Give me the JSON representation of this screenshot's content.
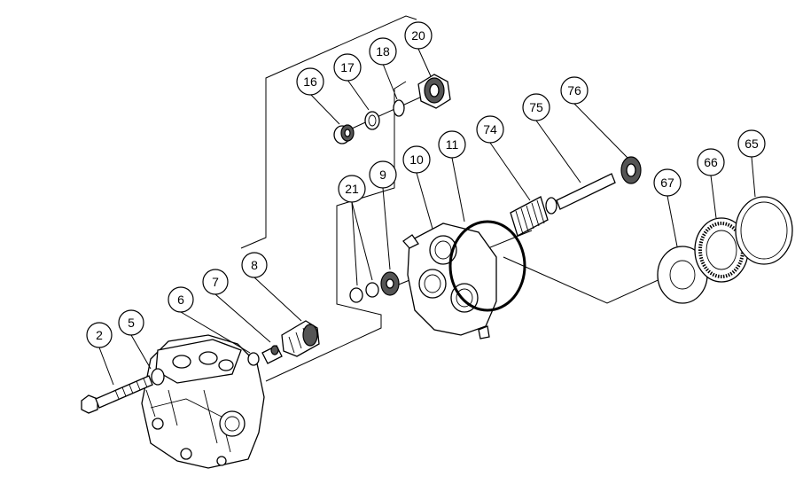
{
  "callouts": [
    {
      "id": "p2",
      "label": "2"
    },
    {
      "id": "p5",
      "label": "5"
    },
    {
      "id": "p6",
      "label": "6"
    },
    {
      "id": "p7",
      "label": "7"
    },
    {
      "id": "p8",
      "label": "8"
    },
    {
      "id": "p16",
      "label": "16"
    },
    {
      "id": "p17",
      "label": "17"
    },
    {
      "id": "p18",
      "label": "18"
    },
    {
      "id": "p20",
      "label": "20"
    },
    {
      "id": "p21",
      "label": "21"
    },
    {
      "id": "p9",
      "label": "9"
    },
    {
      "id": "p10",
      "label": "10"
    },
    {
      "id": "p11",
      "label": "11"
    },
    {
      "id": "p74",
      "label": "74"
    },
    {
      "id": "p75",
      "label": "75"
    },
    {
      "id": "p76",
      "label": "76"
    },
    {
      "id": "p67",
      "label": "67"
    },
    {
      "id": "p66",
      "label": "66"
    },
    {
      "id": "p65",
      "label": "65"
    }
  ]
}
